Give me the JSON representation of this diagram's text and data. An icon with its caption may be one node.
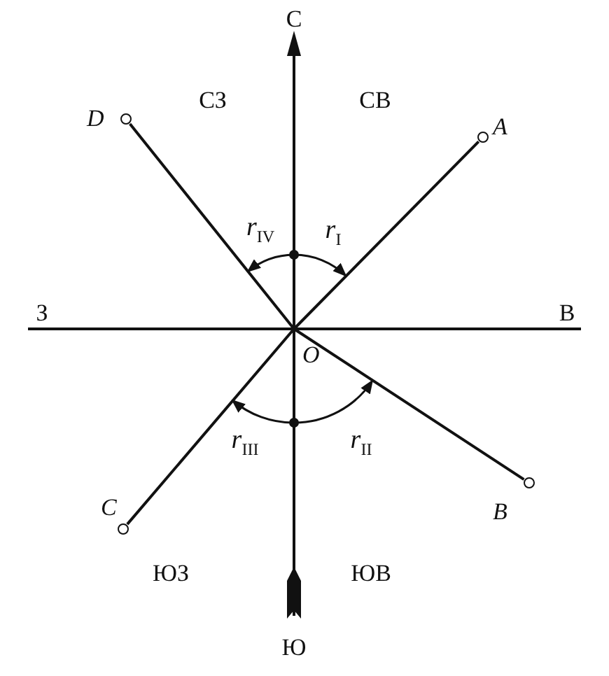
{
  "diagram": {
    "nodes": [
      {
        "text": [
          "O"
        ]
      },
      {
        "text": [
          "A"
        ]
      },
      {
        "text": [
          "B"
        ]
      },
      {
        "text": [
          "C"
        ]
      },
      {
        "text": [
          "D"
        ]
      }
    ],
    "edges": [
      {
        "from": 0,
        "to": 1,
        "arrow": "none"
      },
      {
        "from": 0,
        "to": 2,
        "arrow": "none"
      },
      {
        "from": 0,
        "to": 3,
        "arrow": "none"
      },
      {
        "from": 0,
        "to": 4,
        "arrow": "none"
      }
    ],
    "labels": [
      "С",
      "СЗ",
      "СВ",
      "r$_{IV}$",
      "r$_{I}$",
      "З",
      "В",
      "r$_{III}$",
      "r$_{II}$",
      "ЮЗ",
      "ЮВ",
      "Ю"
    ]
  }
}
